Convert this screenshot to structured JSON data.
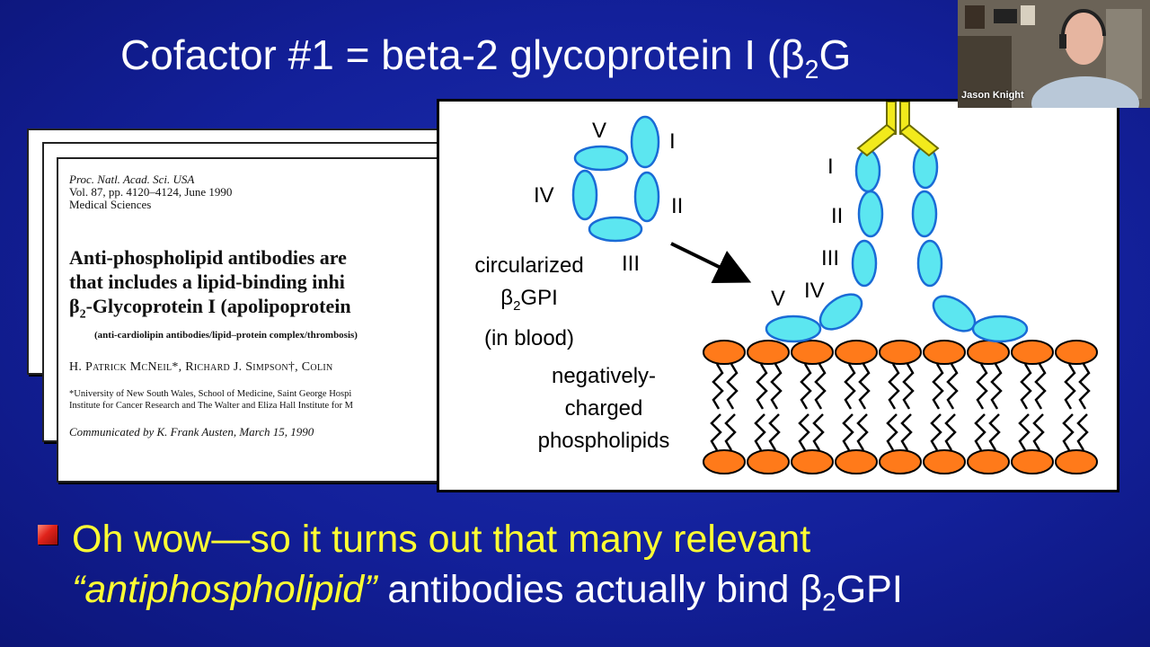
{
  "slide": {
    "title_main": "Cofactor #1 = beta-2 glycoprotein I (β",
    "title_sub": "2",
    "title_end": "G"
  },
  "paper": {
    "journal_line1": "Proc. Natl. Acad. Sci. USA",
    "journal_line2": "Vol. 87, pp. 4120–4124, June 1990",
    "journal_line3": "Medical Sciences",
    "title_line1": "Anti-phospholipid antibodies are",
    "title_line2": "that includes a lipid-binding inhi",
    "title_line3_pre": "β",
    "title_line3_sub": "2",
    "title_line3_rest": "-Glycoprotein I (apolipoprotein",
    "keywords": "(anti-cardiolipin antibodies/lipid–protein complex/thrombosis)",
    "authors": "H. Patrick McNeil*, Richard J. Simpson†, Colin",
    "affil_line1": "*University of New South Wales, School of Medicine, Saint George Hospi",
    "affil_line2": "Institute for Cancer Research and The Walter and Eliza Hall Institute for M",
    "communicated": "Communicated by K. Frank Austen, March 15, 1990"
  },
  "diagram": {
    "domain_labels_circular": [
      "V",
      "I",
      "IV",
      "II",
      "III"
    ],
    "domain_labels_bound": [
      "I",
      "II",
      "III",
      "IV",
      "V"
    ],
    "circ_line1": "circularized",
    "circ_line2_pre": "β",
    "circ_line2_sub": "2",
    "circ_line2_rest": "GPI",
    "circ_line3": "(in blood)",
    "neg_line1": "negatively-",
    "neg_line2": "charged",
    "neg_line3": "phospholipids",
    "colors": {
      "domain": "#5ce6f0",
      "antibody": "#f2ea1c",
      "lipid_head": "#ff7a1a"
    }
  },
  "video": {
    "speaker_name": "Jason Knight"
  },
  "bullet": {
    "line1": "Oh wow—so it turns out that many relevant",
    "line2_em": "“antiphospholipid”",
    "line2_rest": " antibodies actually bind β",
    "line2_sub": "2",
    "line2_end": "GPI"
  }
}
